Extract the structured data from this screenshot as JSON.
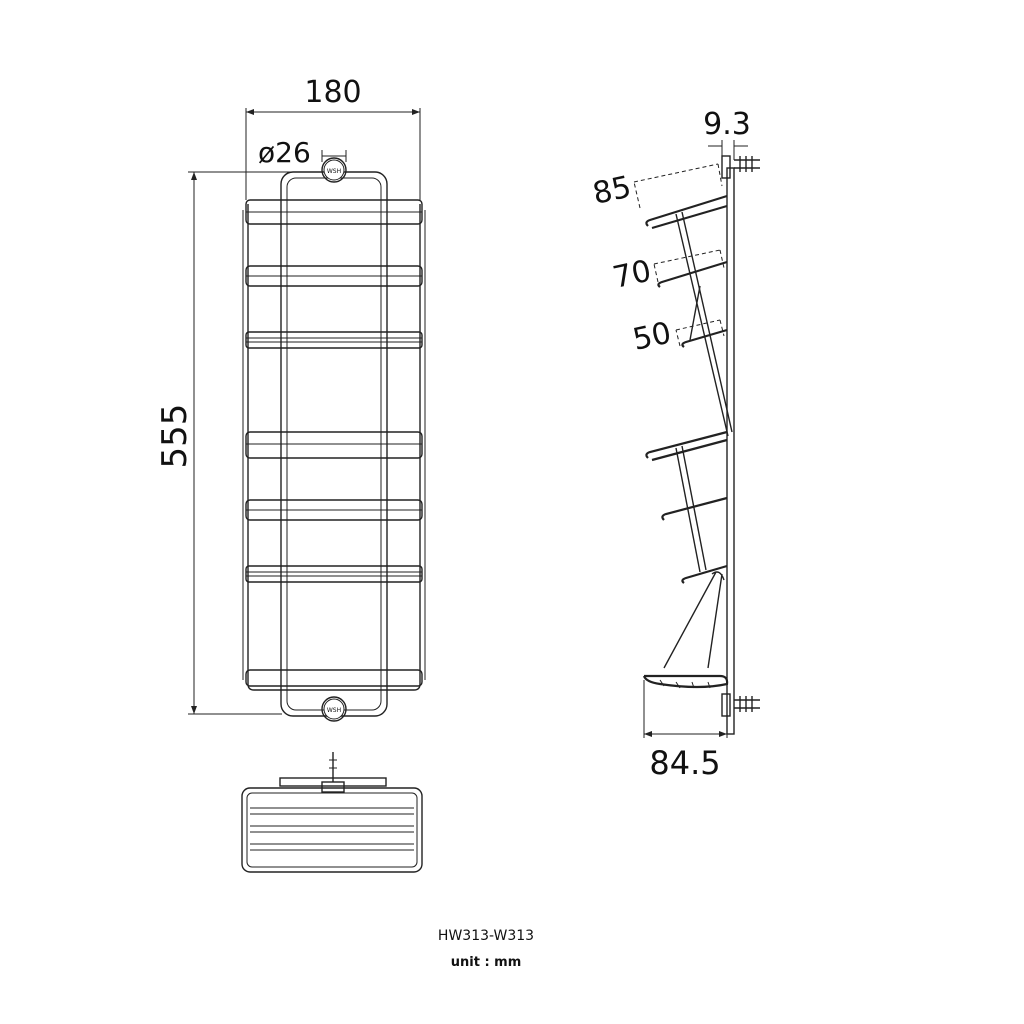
{
  "dimensions": {
    "width": "180",
    "hole_diameter": "ø26",
    "height": "555",
    "depth_top": "9.3",
    "shelf_1": "85",
    "shelf_2": "70",
    "shelf_3": "50",
    "depth_bottom": "84.5"
  },
  "mount_label": "WSH",
  "caption": {
    "model": "HW313-W313",
    "unit": "unit : mm"
  }
}
